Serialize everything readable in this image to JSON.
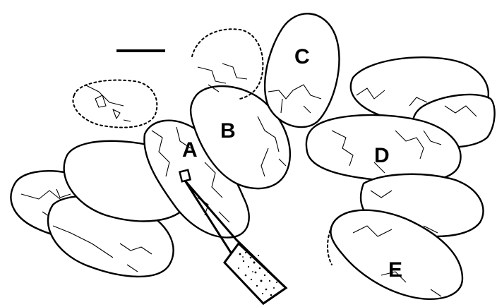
{
  "figure": {
    "labels": {
      "a": "A",
      "b": "B",
      "c": "C",
      "d": "D",
      "e": "E"
    },
    "scale_bar": "",
    "description_colors": {
      "stroke": "#000000",
      "background": "#ffffff"
    }
  }
}
